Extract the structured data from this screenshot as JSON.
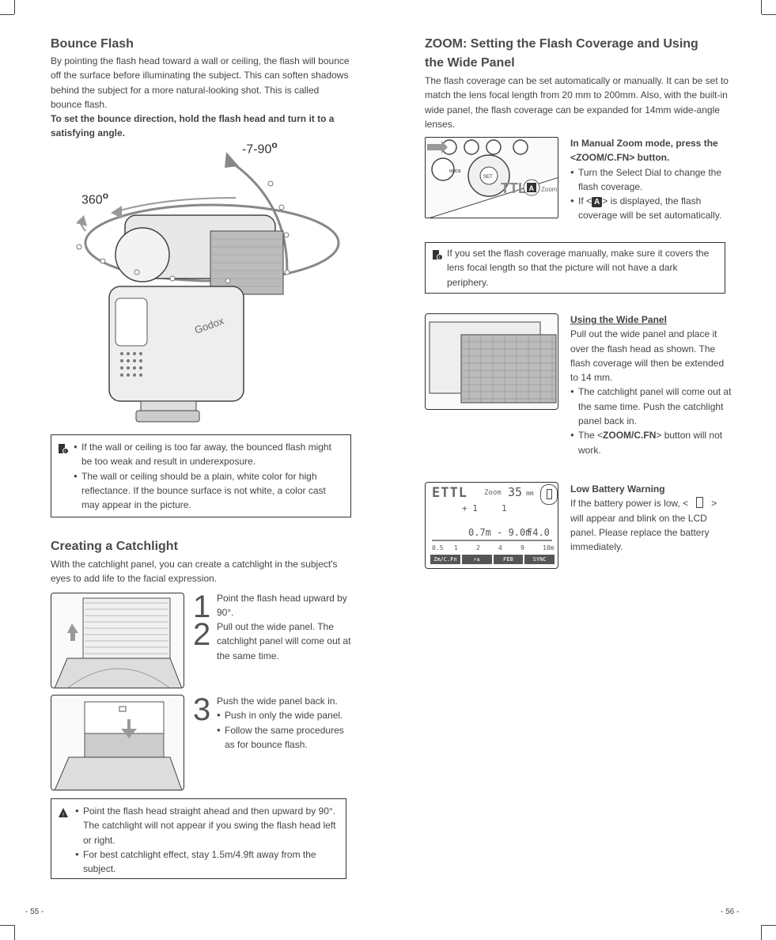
{
  "left": {
    "bounce": {
      "title": "Bounce Flash",
      "body": "By pointing the flash head toward a wall or ceiling, the flash will bounce off the surface before illuminating the subject. This can soften shadows behind the subject for a more natural-looking shot. This is called bounce flash.",
      "bold": "To set the bounce direction, hold the flash head and turn it to a satisfying angle.",
      "angle_vertical": "-7-90",
      "angle_horizontal": "360",
      "brand": "Godox",
      "note_items": [
        "If the wall or ceiling is too far away, the bounced flash might be too weak and result in underexposure.",
        "The wall or ceiling should be a plain, white color for high reflectance. If the bounce surface is not white, a color cast may appear in the picture."
      ]
    },
    "catchlight": {
      "title": "Creating a Catchlight",
      "body": "With the catchlight panel, you can create a catchlight in the subject's eyes to add life to the facial expression.",
      "step1_num": "1",
      "step1": "Point the flash head upward by 90°.",
      "step2_num": "2",
      "step2": "Pull out the wide panel. The catchlight panel will come out at the same time.",
      "step3_num": "3",
      "step3": "Push the wide panel back in.",
      "step3_items": [
        "Push in only the wide panel.",
        "Follow the same procedures as for bounce flash."
      ],
      "warning_items": [
        "Point the flash head straight ahead and then upward by 90°. The catchlight will not appear if you swing the flash head left or right.",
        "For best catchlight effect, stay 1.5m/4.9ft away from the subject."
      ]
    },
    "page_number": "- 55 -"
  },
  "right": {
    "zoom": {
      "title_line1": "ZOOM: Setting the Flash Coverage and Using",
      "title_line2": "the Wide Panel",
      "body": "The flash coverage can be set automatically or manually. It can be set to match the lens focal length from 20 mm to 200mm. Also, with the built-in wide panel, the flash coverage can be expanded for 14mm wide-angle lenses.",
      "manual_bold": "In Manual Zoom mode, press the <ZOOM/C.FN> button.",
      "manual_item1": "Turn the Select Dial to change the flash coverage.",
      "manual_item2_pre": "If <",
      "manual_item2_icon": "A",
      "manual_item2_post": "> is displayed, the flash coverage will be set automatically.",
      "fig_labels": {
        "mode": "MODE",
        "set": "SET",
        "ttl": "TTL",
        "zoom": "Zoom",
        "a": "A"
      },
      "note": "If you set the flash coverage manually, make sure it covers the lens focal length so that the picture will not have a dark periphery."
    },
    "wide": {
      "title": "Using the Wide Panel",
      "body": "Pull out the wide panel and place it over the flash head as shown. The flash coverage will then be extended to 14 mm.",
      "item1": "The catchlight panel will come out at the same time. Push the catchlight panel back in.",
      "item2_pre": "The <",
      "item2_bold": "ZOOM/C.FN",
      "item2_post": "> button will not work."
    },
    "battery": {
      "title": "Low Battery Warning",
      "body_pre": "If the battery power is low, <",
      "body_post": "> will appear and blink on the LCD panel. Please replace the battery immediately.",
      "lcd": {
        "mode": "ETTL",
        "zoom_label": "Zoom",
        "zoom_value": "35",
        "zoom_unit": "mm",
        "fec": "+ 1",
        "group": "1",
        "range": "0.7m - 9.0m",
        "aperture": "F4.0",
        "scale": [
          "0.5",
          "1",
          "2",
          "4",
          "9",
          "18m"
        ],
        "menu": [
          "Zm/C.Fn",
          "⚡±",
          "FEB",
          "SYNC"
        ]
      }
    },
    "page_number": "- 56 -"
  }
}
